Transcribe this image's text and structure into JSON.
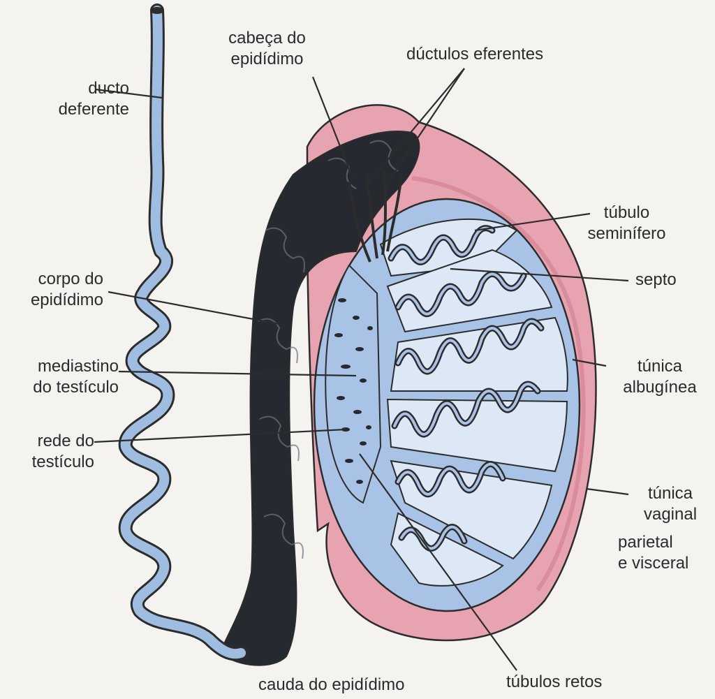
{
  "labels": {
    "ducto_deferente": [
      "ducto",
      "deferente"
    ],
    "cabeca_epididimo": [
      "cabeça do",
      "epidídimo"
    ],
    "ductulos_eferentes": "dúctulos eferentes",
    "tubulo_seminifero": [
      "túbulo",
      "seminífero"
    ],
    "corpo_epididimo": [
      "corpo do",
      "epidídimo"
    ],
    "septo": "septo",
    "mediastino_testiculo": [
      "mediastino",
      "do testículo"
    ],
    "tunica_albuginea": [
      "túnica",
      "albugínea"
    ],
    "rede_testiculo": [
      "rede do",
      "testículo"
    ],
    "tunica_vaginal": [
      "túnica",
      "vaginal"
    ],
    "parietal_visceral": [
      "parietal",
      "e visceral"
    ],
    "cauda_epididimo": "cauda do epidídimo",
    "tubulos_retos": "túbulos retos"
  },
  "colors": {
    "background": "#f4f3ef",
    "vas_deferens": "#9fbde0",
    "albuginea": "#a9c3e6",
    "lobule_fill": "#dce8f5",
    "vaginalis": "#e7a4b0",
    "vaginalis_dark": "#d98c9c",
    "epididymis": "#262a30",
    "outline": "#2c2c2c"
  }
}
